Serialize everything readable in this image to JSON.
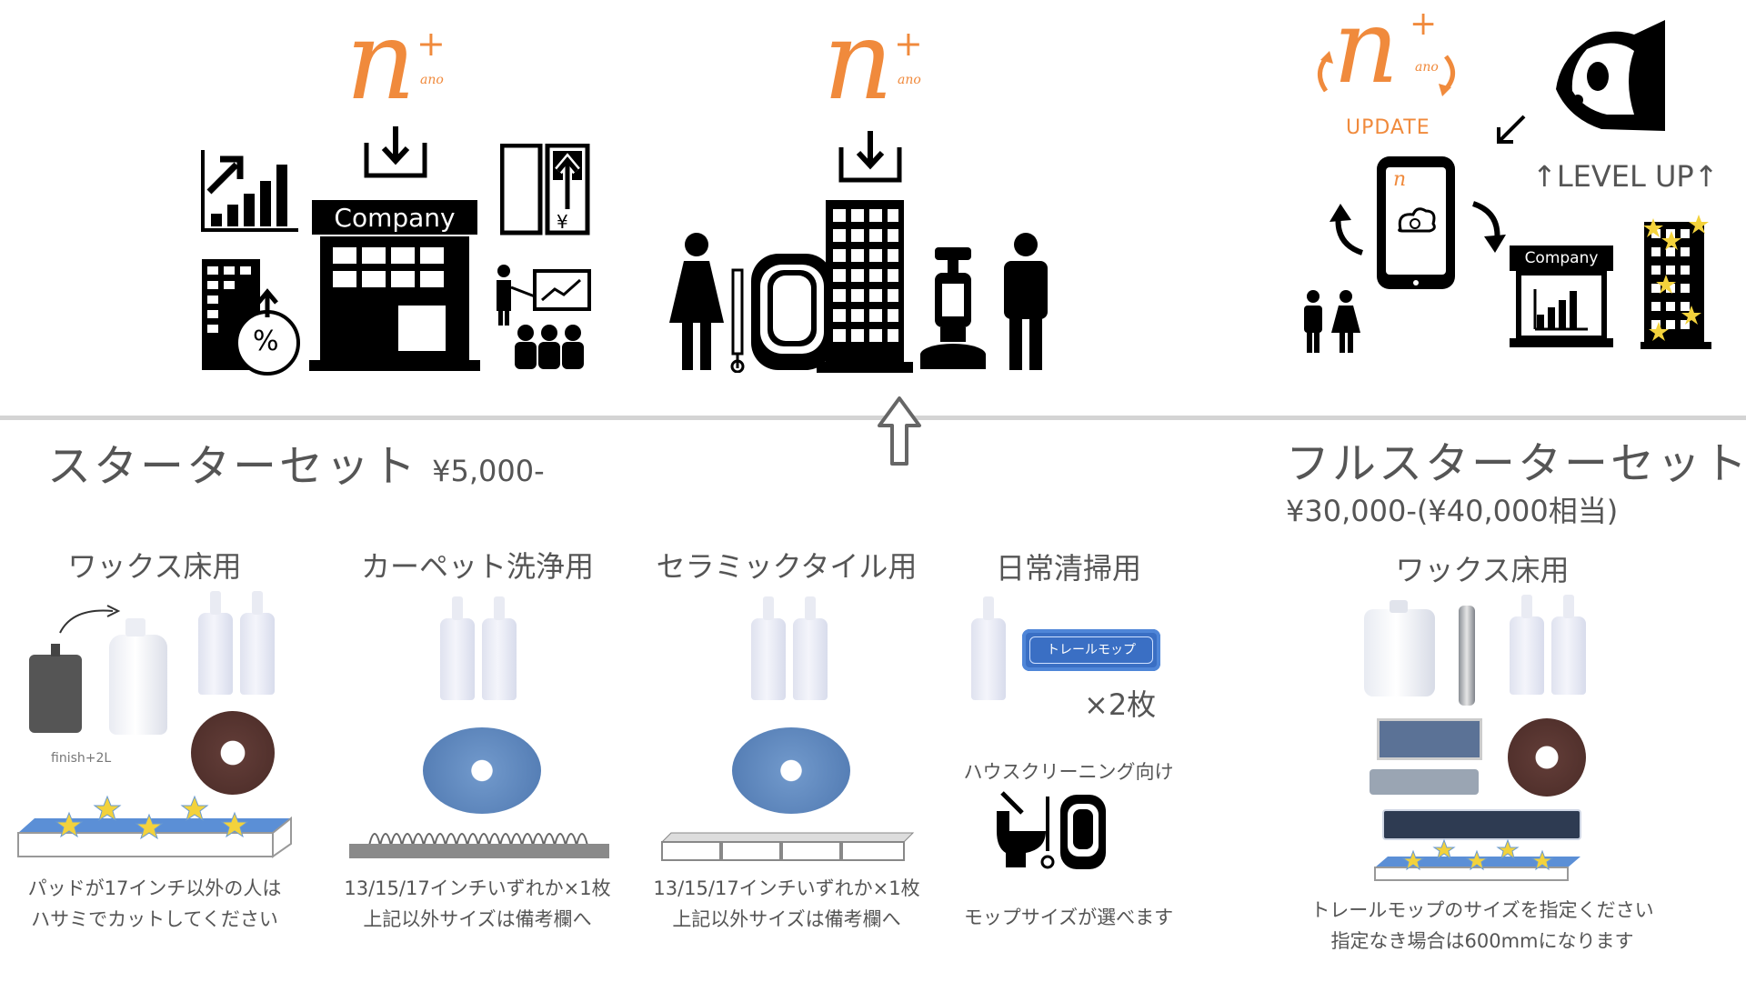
{
  "logos": {
    "n_mark": "n",
    "plus": "+",
    "ano": "ano",
    "update_label": "UPDATE",
    "level_up": "↑LEVEL UP↑",
    "company_sign_left": "Company",
    "company_sign_right": "Company",
    "percent": "%",
    "yen": "¥"
  },
  "starter": {
    "title": "スターターセット",
    "price": "¥5,000-",
    "categories": [
      {
        "label": "ワックス床用",
        "note_line1": "パッドが17インチ以外の人は",
        "note_line2": "ハサミでカットしてください",
        "extra": "finish+2L"
      },
      {
        "label": "カーペット洗浄用",
        "note_line1": "13/15/17インチいずれか×1枚",
        "note_line2": "上記以外サイズは備考欄へ"
      },
      {
        "label": "セラミックタイル用",
        "note_line1": "13/15/17インチいずれか×1枚",
        "note_line2": "上記以外サイズは備考欄へ"
      },
      {
        "label": "日常清掃用",
        "badge": "トレールモップ",
        "count": "×2枚",
        "sub": "ハウスクリーニング向け",
        "note_line1": "モップサイズが選べます"
      }
    ]
  },
  "full": {
    "title": "フルスターターセット",
    "price": "¥30,000-(¥40,000相当)",
    "category": "ワックス床用",
    "note_line1": "トレールモップのサイズを指定ください",
    "note_line2": "指定なき場合は600mmになります"
  },
  "colors": {
    "brand_orange": "#f08a3c",
    "badge_blue": "#3a6fc4",
    "star_yellow": "#f3d23c"
  }
}
